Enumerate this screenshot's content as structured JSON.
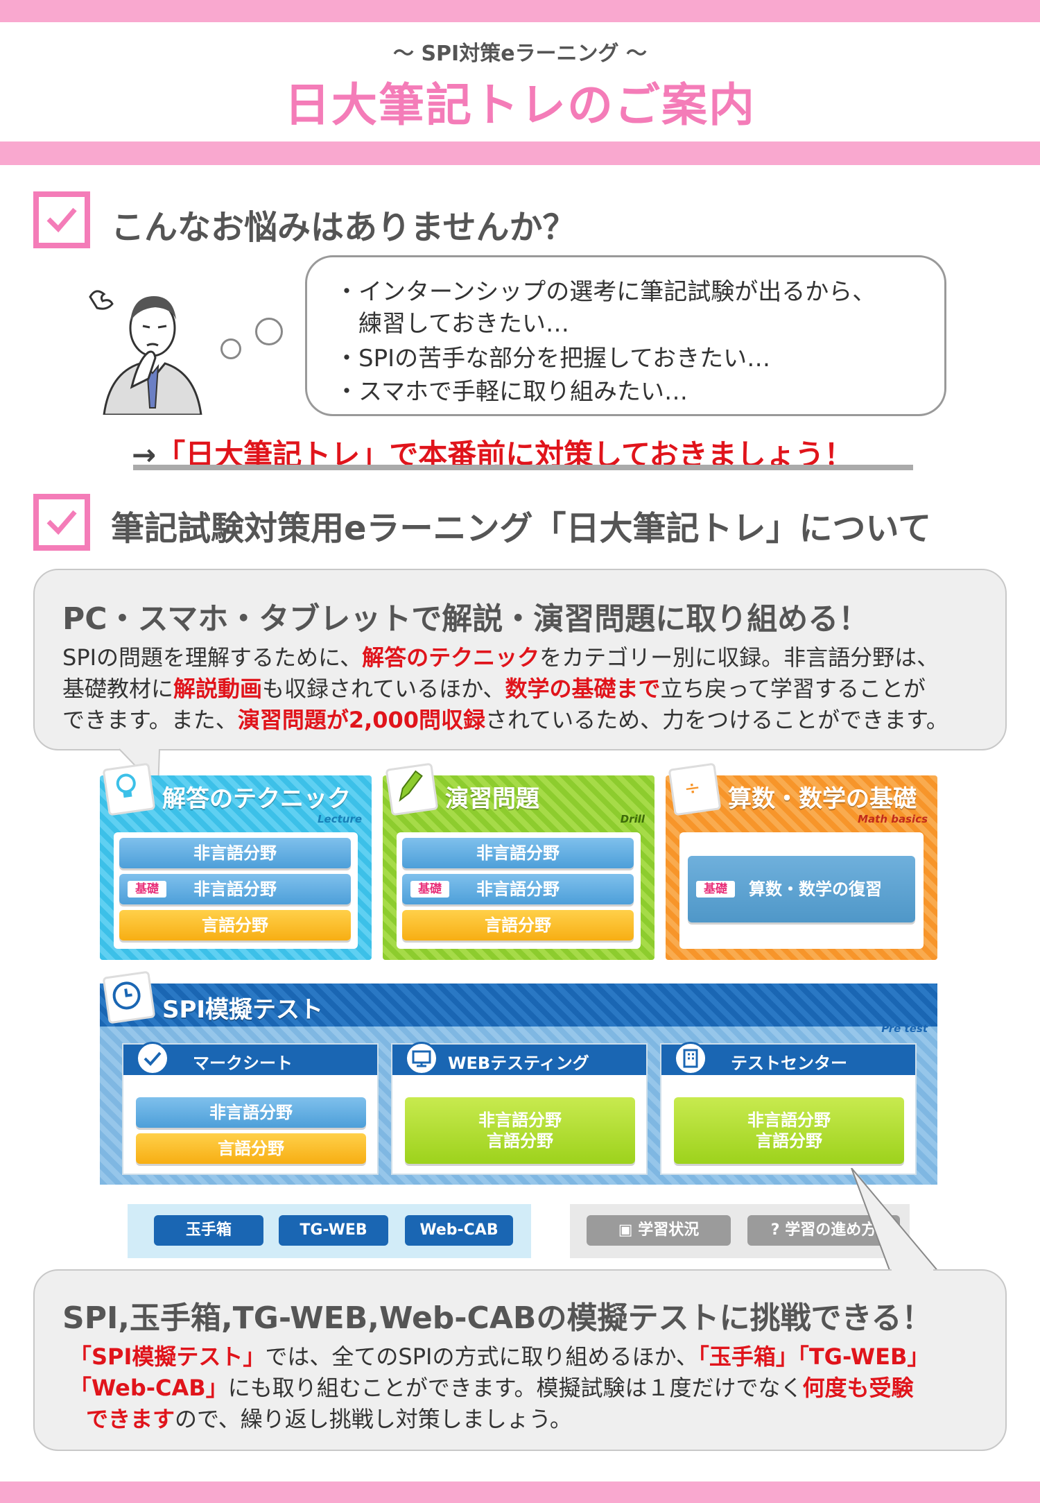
{
  "header": {
    "subtitle": "〜 SPI対策eラーニング 〜",
    "title": "日大筆記トレのご案内"
  },
  "section1": {
    "heading": "こんなお悩みはありませんか？",
    "bubble_lines": [
      "・インターンシップの選考に筆記試験が出るから、",
      "　練習しておきたい…",
      "・SPIの苦手な部分を把握しておきたい…",
      "・スマホで手軽に取り組みたい…"
    ],
    "cta_arrow": "→",
    "cta_text": "「日大筆記トレ」で本番前に対策しておきましょう！"
  },
  "section2": {
    "heading": "筆記試験対策用eラーニング「日大筆記トレ」について",
    "box1": {
      "title": "PC・スマホ・タブレットで解説・演習問題に取り組める！",
      "line1": [
        "SPIの問題を理解するために、",
        "解答のテクニック",
        "をカテゴリー別に収録。非言語分野は、"
      ],
      "line2": [
        "基礎教材に",
        "解説動画",
        "も収録されているほか、",
        "数学の基礎まで",
        "立ち戻って学習することが"
      ],
      "line3": [
        "できます。また、",
        "演習問題が2,000問収録",
        "されているため、力をつけることができます。"
      ]
    },
    "box2": {
      "title": "SPI,玉手箱,TG-WEB,Web-CABの模擬テストに挑戦できる！",
      "line1": [
        "「SPI模擬テスト」",
        "では、全てのSPIの方式に取り組めるほか、",
        "「玉手箱」「TG-WEB」"
      ],
      "line2": [
        "「Web-CAB」",
        "にも取り組むことができます。模擬試験は１度だけでなく",
        "何度も受験"
      ],
      "line3": [
        "できます",
        "ので、繰り返し挑戦し対策しましょう。"
      ]
    }
  },
  "app": {
    "lecture": {
      "title": "解答のテクニック",
      "sub": "Lecture",
      "buttons": [
        "非言語分野",
        "非言語分野",
        "言語分野"
      ],
      "kiso": "基礎"
    },
    "drill": {
      "title": "演習問題",
      "sub": "Drill",
      "buttons": [
        "非言語分野",
        "非言語分野",
        "言語分野"
      ],
      "kiso": "基礎"
    },
    "math": {
      "title": "算数・数学の基礎",
      "sub": "Math basics",
      "button": "算数・数学の復習",
      "kiso": "基礎"
    },
    "pretest": {
      "title": "SPI模擬テスト",
      "sub": "Pre test",
      "cards": [
        {
          "title": "マークシート",
          "buttons": [
            "非言語分野",
            "言語分野"
          ]
        },
        {
          "title": "WEBテスティング",
          "buttons": [
            "非言語分野",
            "言語分野"
          ]
        },
        {
          "title": "テストセンター",
          "buttons": [
            "非言語分野",
            "言語分野"
          ]
        }
      ]
    },
    "nav": {
      "tests": [
        "玉手箱",
        "TG-WEB",
        "Web-CAB"
      ],
      "tools": [
        "学習状況",
        "学習の進め方"
      ]
    }
  },
  "colors": {
    "pink": "#f47cb8",
    "pink_bar": "#f9a8cf",
    "red": "#e0141b",
    "cyan": "#3cc0e8",
    "green": "#8dcc2e",
    "orange": "#f7952a",
    "blue": "#1a66b3"
  }
}
